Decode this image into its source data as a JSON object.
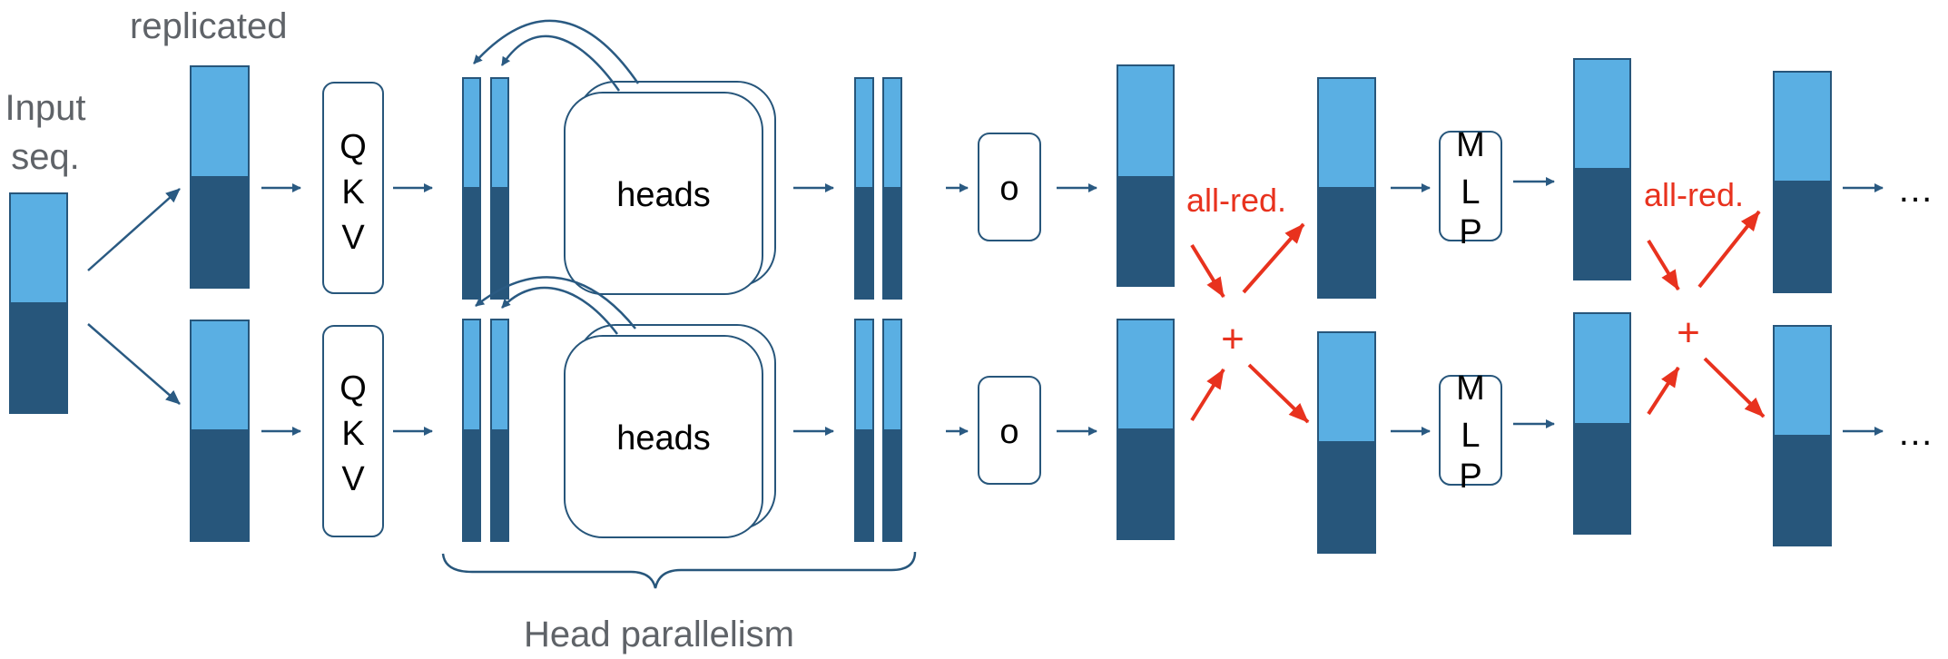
{
  "labels": {
    "replicated": "replicated",
    "input_line1": "Input",
    "input_line2": "seq.",
    "qkv_q": "Q",
    "qkv_k": "K",
    "qkv_v": "V",
    "heads": "heads",
    "o": "o",
    "mlp_m": "M",
    "mlp_l": "L",
    "mlp_p": "P",
    "allred": "all-red.",
    "plus": "+",
    "ellipsis": "…",
    "head_parallelism": "Head parallelism"
  },
  "colors": {
    "light_blue": "#5aafe3",
    "dark_blue": "#27567b",
    "arrow_blue": "#2a5a82",
    "red": "#e8321e",
    "text_gray": "#5f6368"
  }
}
